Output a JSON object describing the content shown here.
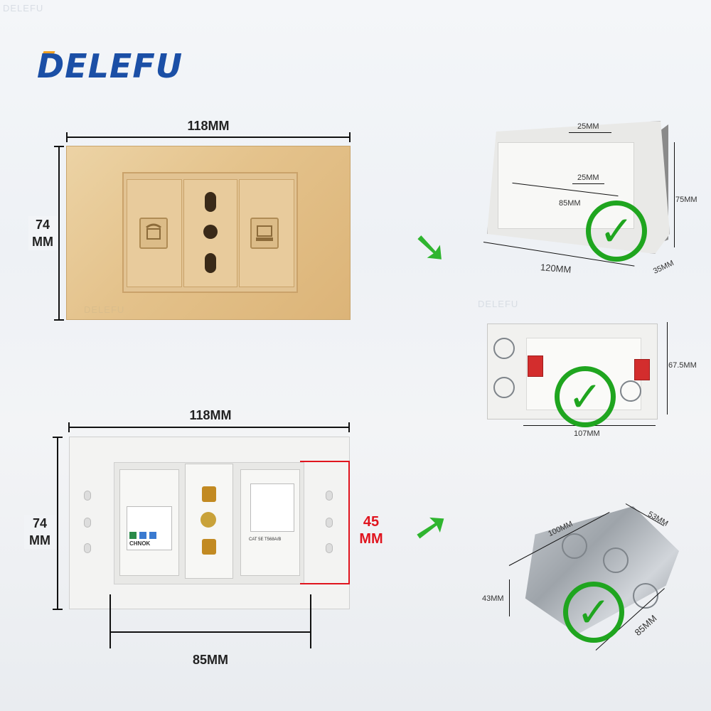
{
  "brand": {
    "logo_text": "DELEFU",
    "watermark": "DELEFU"
  },
  "colors": {
    "brand_blue": "#1b4fa6",
    "check_green": "#1fa51f",
    "arrow_green": "#2fb52f",
    "highlight_red": "#e0141e",
    "gold_panel": "#e4c28b"
  },
  "top_panel": {
    "width_label": "118MM",
    "height_label_line1": "74",
    "height_label_line2": "MM",
    "icons": [
      "phone-port-icon",
      "socket-icon",
      "network-port-icon"
    ]
  },
  "bottom_panel": {
    "width_label": "118MM",
    "height_label_line1": "74",
    "height_label_line2": "MM",
    "depth_label_line1": "45",
    "depth_label_line2": "MM",
    "spacing_label": "85MM",
    "module_brand": "CHNOK",
    "module_text": "CAT 5E   T568A/B"
  },
  "box_1": {
    "top_slot": "25MM",
    "inner_slot": "25MM",
    "inner_span": "85MM",
    "length": "120MM",
    "height": "75MM",
    "depth": "35MM"
  },
  "box_2": {
    "height": "67.5MM",
    "length": "107MM"
  },
  "box_3": {
    "length": "100MM",
    "width": "53MM",
    "height": "43MM",
    "depth": "85MM"
  },
  "icons": {
    "arrow": "arrow-right-down-icon",
    "check": "check-circle-icon"
  },
  "glyphs": {
    "arrow": "➘",
    "check": "✓"
  }
}
